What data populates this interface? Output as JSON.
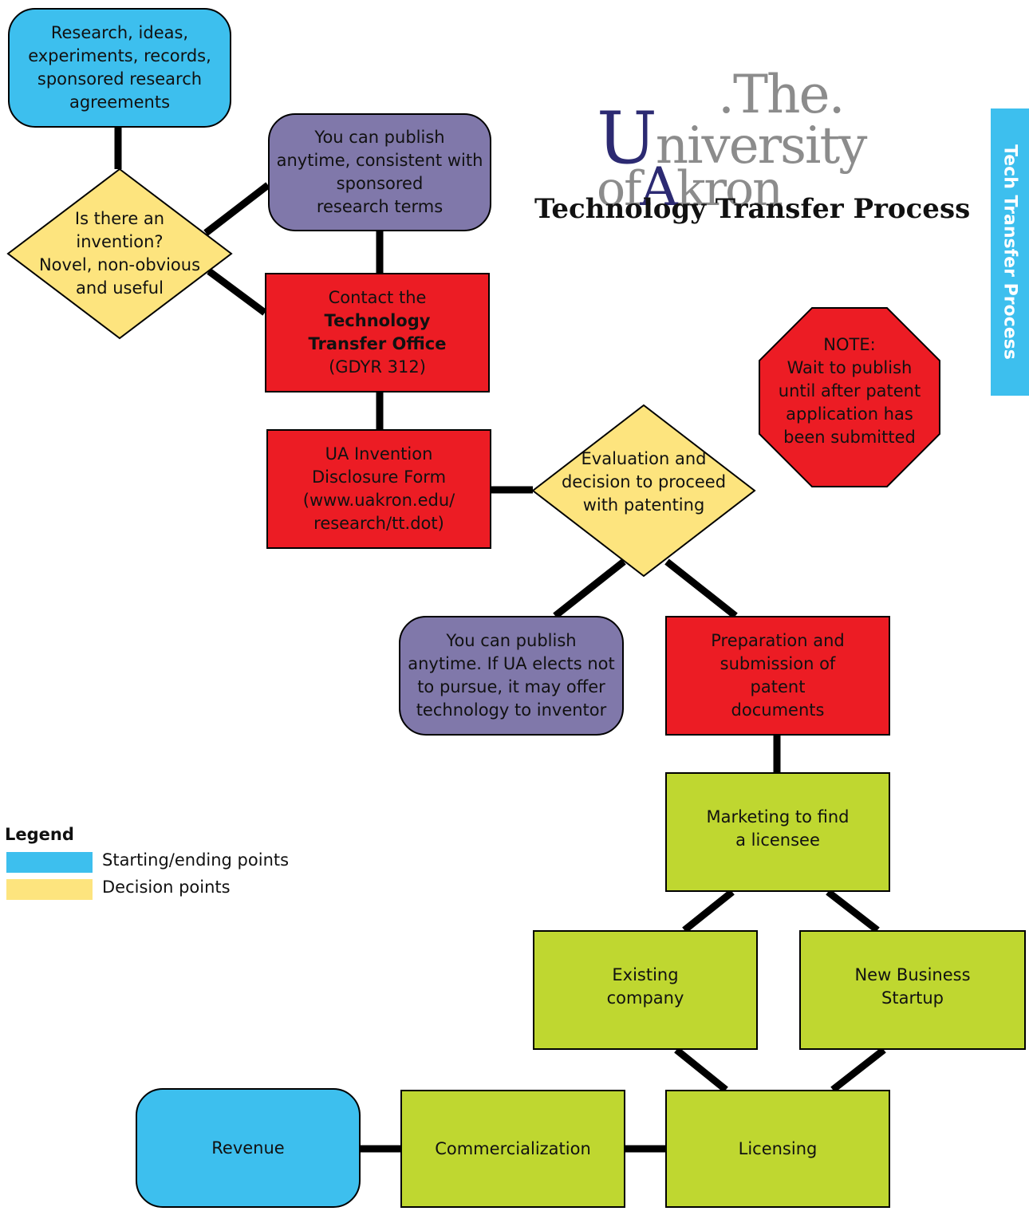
{
  "title": "Technology Transfer Process",
  "logo": {
    "the": ".The.",
    "university_initial": "U",
    "university_rest": "niversity",
    "of": "of",
    "akron_initial": "A",
    "akron_rest": "kron"
  },
  "side_tab": "Tech Transfer Process",
  "colors": {
    "blue": "#3dbfee",
    "purple": "#8078aa",
    "red": "#ec1c24",
    "yellow": "#fde47e",
    "green": "#bfd730",
    "navy": "#2c2a72"
  },
  "nodes": {
    "start": "Research, ideas,\nexperiments, records,\nsponsored research\nagreements",
    "publish_1": "You can publish\nanytime, consistent with\nsponsored\nresearch terms",
    "invention_decision": "Is there an\ninvention?\nNovel, non-obvious\nand useful",
    "contact_line1": "Contact the",
    "contact_bold": "Technology\nTransfer Office",
    "contact_line3": "(GDYR 312)",
    "disclosure": "UA Invention\nDisclosure Form\n(www.uakron.edu/\nresearch/tt.dot)",
    "evaluation_decision": "Evaluation and\ndecision to proceed\nwith patenting",
    "note": "NOTE:\nWait to publish\nuntil after patent\napplication has\nbeen submitted",
    "publish_2": "You can publish\nanytime. If UA elects not\nto pursue, it may offer\ntechnology to inventor",
    "patent_prep": "Preparation and\nsubmission of\npatent\ndocuments",
    "marketing": "Marketing to find\na licensee",
    "existing": "Existing\ncompany",
    "startup": "New Business\nStartup",
    "licensing": "Licensing",
    "commercialization": "Commercialization",
    "revenue": "Revenue"
  },
  "legend": {
    "title": "Legend",
    "items": [
      {
        "label": "Starting/ending points",
        "color": "#3dbfee"
      },
      {
        "label": "Decision points",
        "color": "#fde47e"
      }
    ]
  }
}
